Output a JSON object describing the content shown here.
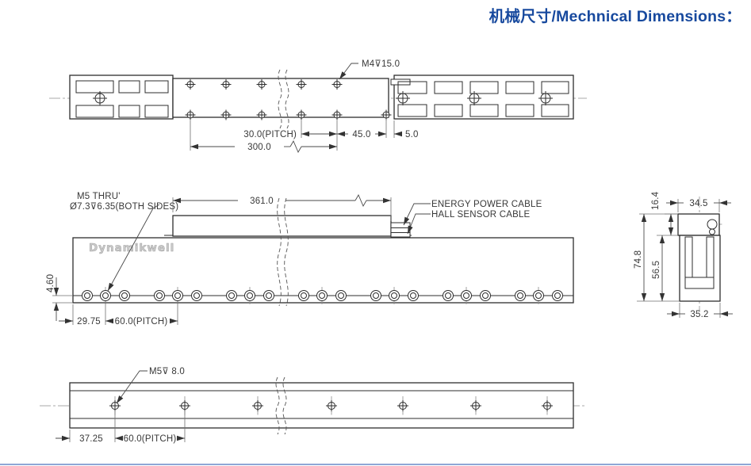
{
  "title": "机械尺寸/Mechnical Dimensions：",
  "colors": {
    "accent_blue": "#17499E",
    "line": "#2e2e2e",
    "watermark_gray": "#cbcbcb",
    "bottom_rule_blue": "#8ea7d6"
  },
  "top_view": {
    "callout_m4": "M4⊽15.0",
    "dim_pitch": "30.0(PITCH)",
    "dim_45": "45.0",
    "dim_5": "5.0",
    "dim_300": "300.0"
  },
  "mid_view": {
    "label_m5_thru": "M5 THRU'",
    "label_counterbore": "Ø7.3⊽6.35(BOTH SIDES)",
    "label_energy_cable": "ENERGY POWER CABLE",
    "label_hall_cable": "HALL SENSOR CABLE",
    "watermark": "Dynamikwell",
    "dim_361": "361.0",
    "dim_460": "4.60",
    "dim_2975": "29.75",
    "dim_pitch": "60.0(PITCH)"
  },
  "end_view": {
    "dim_164": "16.4",
    "dim_345": "34.5",
    "dim_748": "74.8",
    "dim_565": "56.5",
    "dim_352": "35.2"
  },
  "bottom_view": {
    "callout_m5": "M5⊽ 8.0",
    "dim_3725": "37.25",
    "dim_pitch": "60.0(PITCH)"
  }
}
